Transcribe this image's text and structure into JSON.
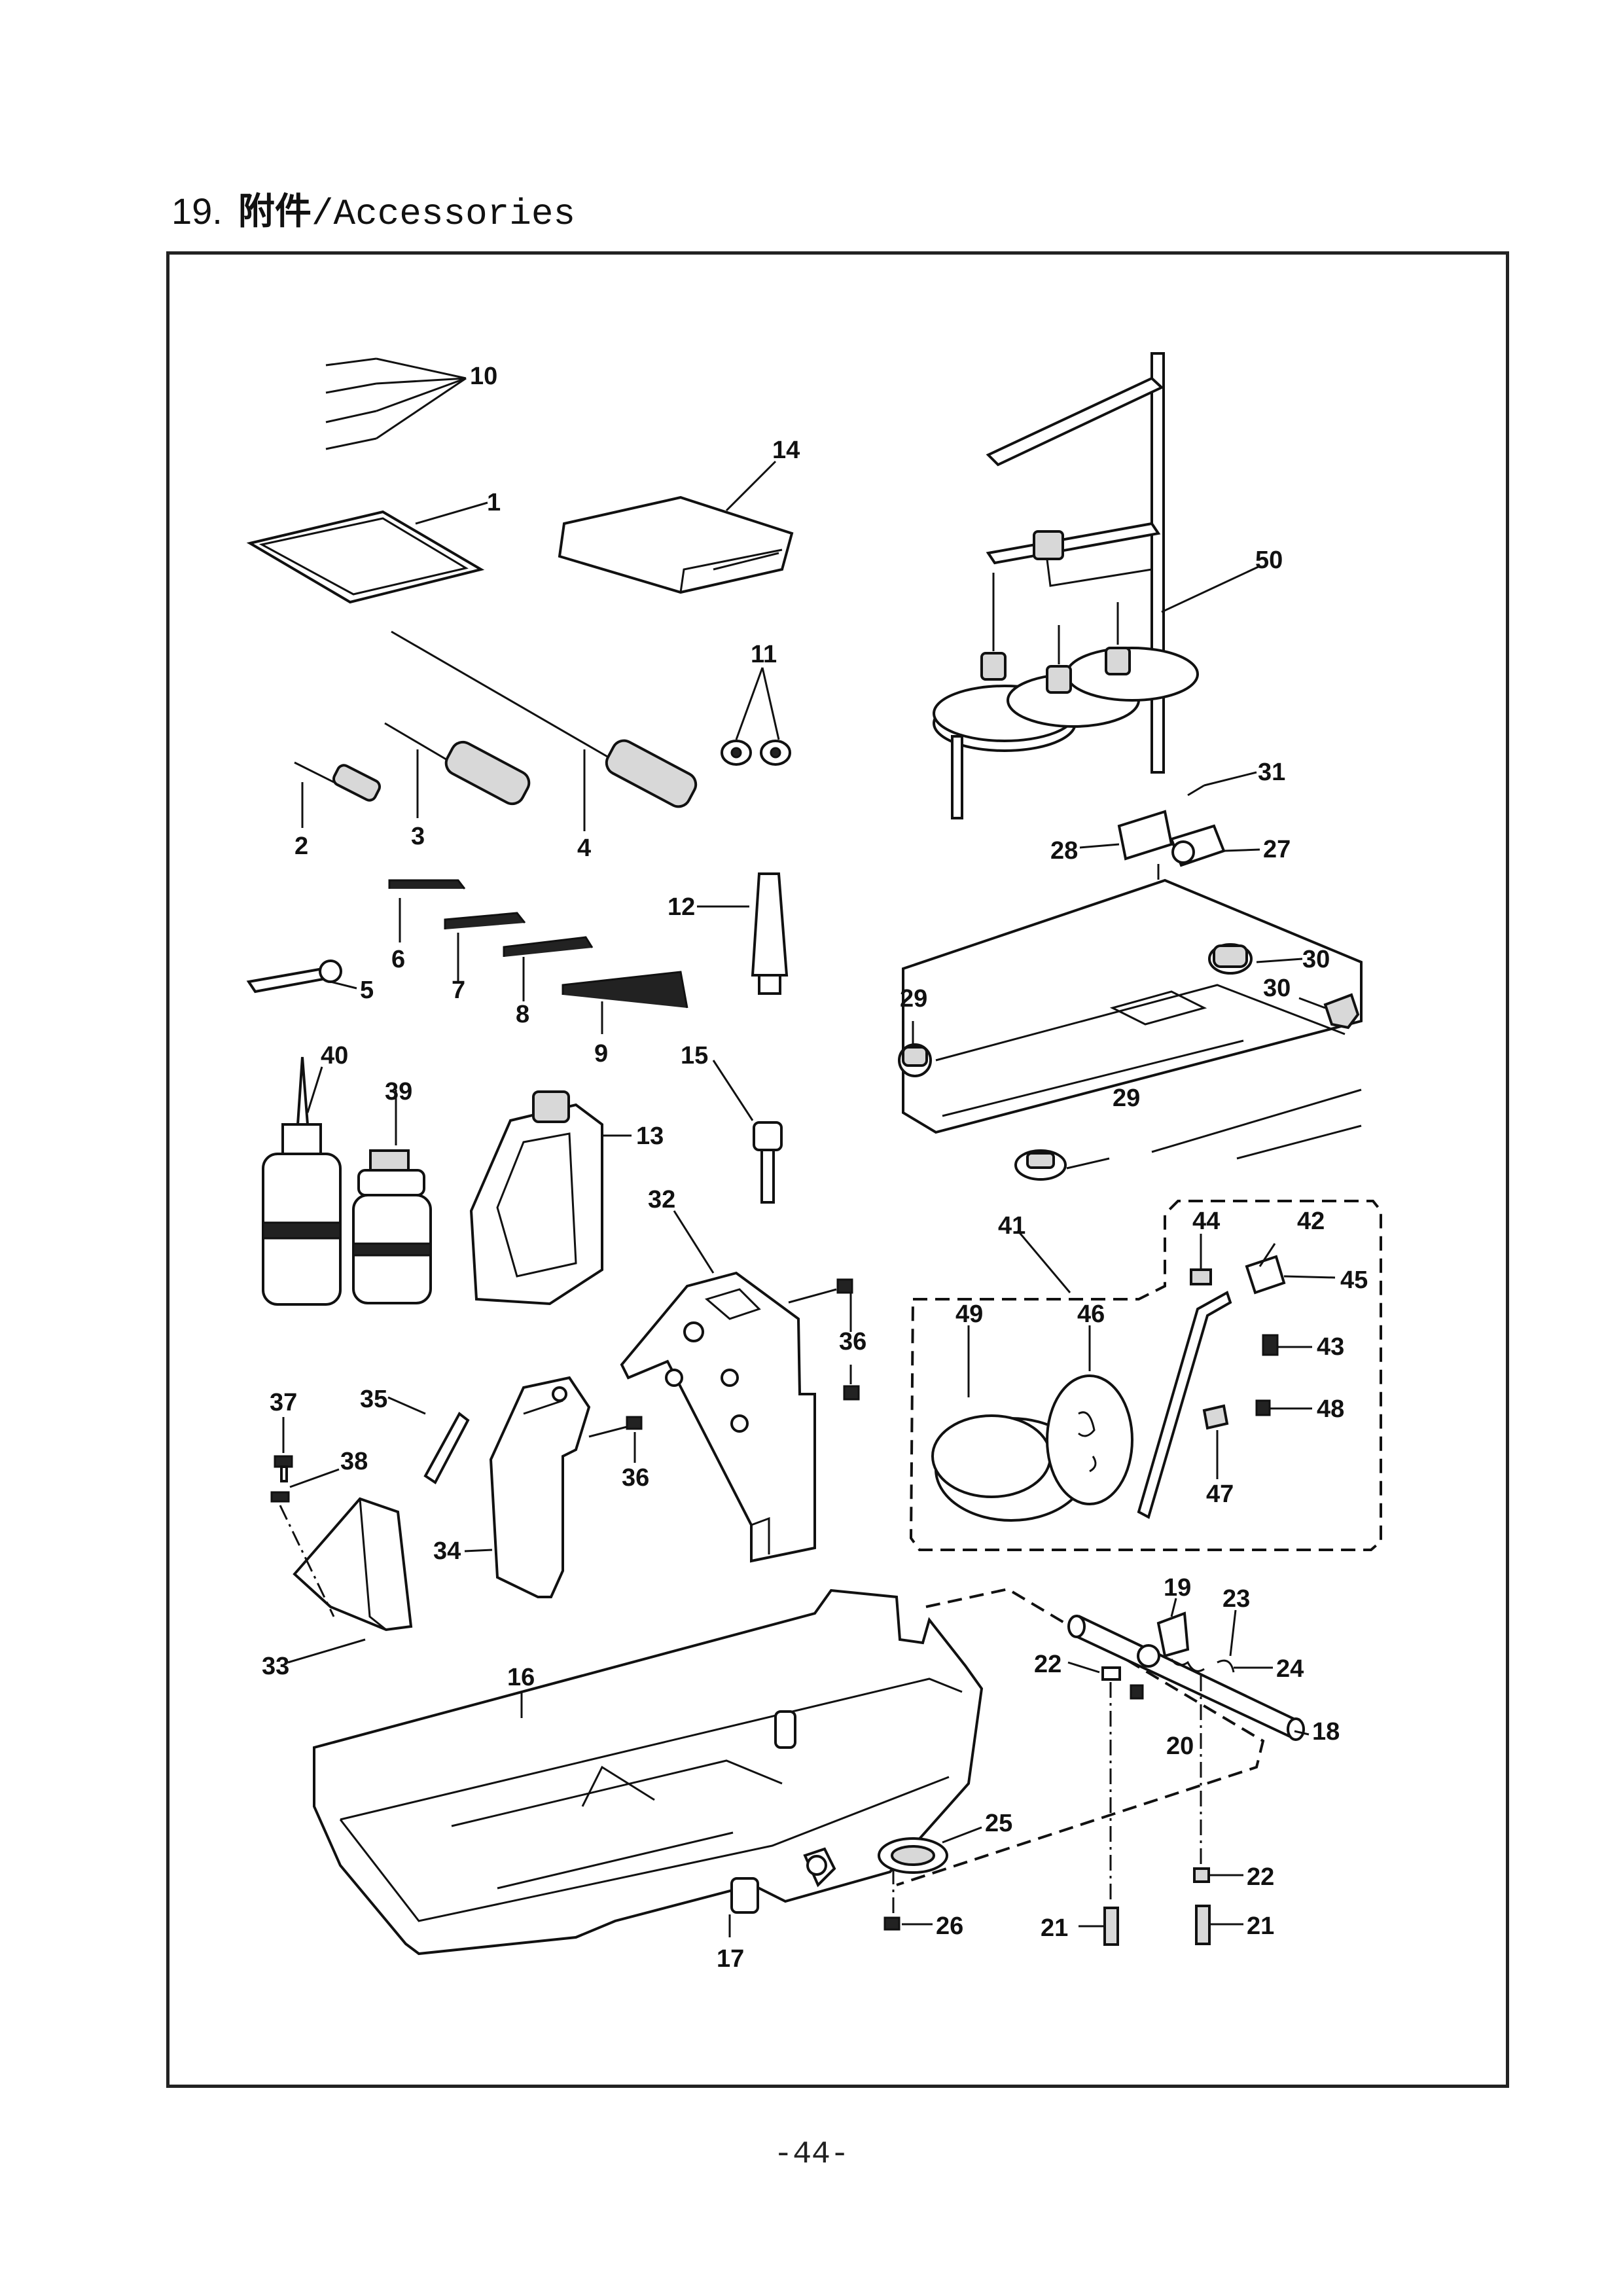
{
  "heading": {
    "number": "19.",
    "title_cn": "附件",
    "title_en": "/Accessories"
  },
  "page_number": "-44-",
  "diagram": {
    "labels": {
      "p1": "1",
      "p2": "2",
      "p3": "3",
      "p4": "4",
      "p5": "5",
      "p6": "6",
      "p7": "7",
      "p8": "8",
      "p9": "9",
      "p10": "10",
      "p11": "11",
      "p12": "12",
      "p13": "13",
      "p14": "14",
      "p15": "15",
      "p16": "16",
      "p17": "17",
      "p18": "18",
      "p19": "19",
      "p20": "20",
      "p21": "21",
      "p22": "22",
      "p23": "23",
      "p24": "24",
      "p25": "25",
      "p26": "26",
      "p27": "27",
      "p28": "28",
      "p29": "29",
      "p30": "30",
      "p31": "31",
      "p32": "32",
      "p33": "33",
      "p34": "34",
      "p35": "35",
      "p36": "36",
      "p37": "37",
      "p38": "38",
      "p39": "39",
      "p40": "40",
      "p41": "41",
      "p42": "42",
      "p43": "43",
      "p44": "44",
      "p45": "45",
      "p46": "46",
      "p47": "47",
      "p48": "48",
      "p49": "49",
      "p50": "50"
    }
  }
}
